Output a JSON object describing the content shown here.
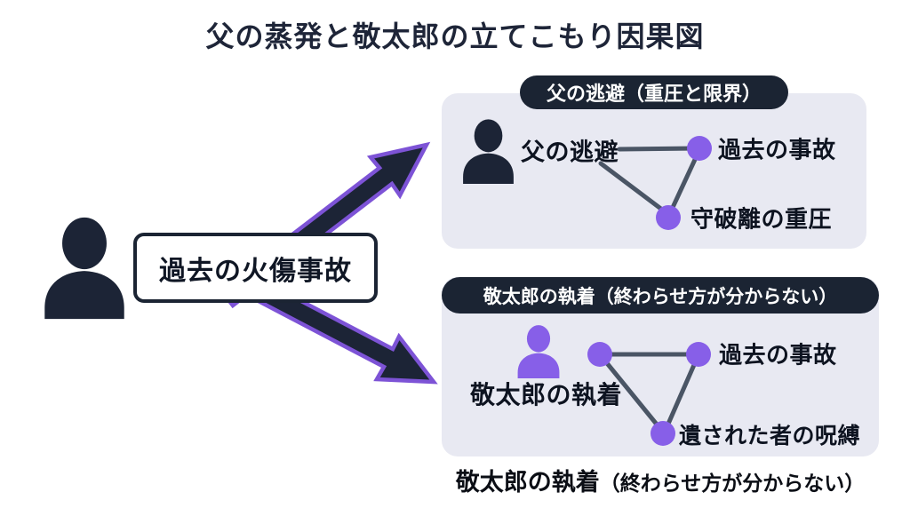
{
  "title": "父の蒸発と敬太郎の立てこもり因果図",
  "colors": {
    "navy": "#1c2436",
    "pill_navy": "#1b2433",
    "panel_bg": "#e8e9f2",
    "purple": "#875fe8",
    "arrow_outline_purple": "#7d53d6",
    "edge_gray": "#4a5565",
    "text_dark": "#0d1320",
    "white": "#ffffff"
  },
  "cause": {
    "label": "過去の火傷事故"
  },
  "top_panel": {
    "header": "父の逃避（重圧と限界）",
    "actor_label": "父の逃避",
    "nodes": [
      "過去の事故",
      "守破離の重圧"
    ]
  },
  "bottom_panel": {
    "header": "敬太郎の執着（終わらせ方が分からない）",
    "actor_label": "敬太郎の執着",
    "nodes": [
      "過去の事故",
      "遺された者の呪縛"
    ]
  },
  "caption": {
    "main": "敬太郎の執着",
    "sub": "（終わらせ方が分からない）"
  }
}
